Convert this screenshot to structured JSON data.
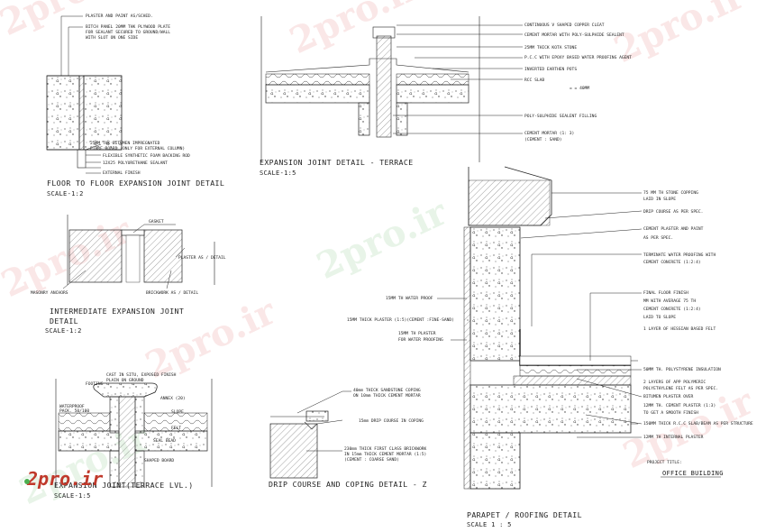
{
  "watermark": {
    "text": "2pro.ir",
    "logo_text": "2pro.ir",
    "colors": {
      "red": "#c0392b",
      "green": "#4caf50"
    }
  },
  "floor_joint": {
    "title": "FLOOR TO FLOOR  EXPANSION JOINT DETAIL",
    "scale": "SCALE-1:2",
    "labels": [
      "PLASTER AND PAINT AS/SCHED.",
      "BITCH PANEL 20MM THK PLYWOOD PLATE",
      "FOR SEALANT SECURED TO GROUND/WALL",
      "WITH SLOT ON ONE SIDE",
      "25MM THK BITUMEN IMPREGNATED",
      "FIBRE BOARD (ONLY FOR EXTERNAL COLUMN)",
      "FLEXIBLE SYNTHETIC FOAM BACKING ROD",
      "12X25 POLYURETHANE SEALANT",
      "EXTERNAL FINISH"
    ]
  },
  "terrace_joint": {
    "title": "EXPANSION JOINT DETAIL - TERRACE",
    "scale": "SCALE-1:5",
    "labels": [
      "CONTINUOUS V SHAPED COPPER CLEAT",
      "CEMENT MORTAR WITH POLY-SULPHIDE SEALENT",
      "25MM THICK KOTA STONE",
      "P.C.C WITH EPOXY BASED WATER PROOFING AGENT",
      "INVERTED EARTHEN POTS",
      "RCC SLAB",
      "= = 40MM",
      "POLY-SULPHIDE SEALENT FILLING",
      "CEMENT MORTAR (1: 3)",
      "(CEMENT : SAND)"
    ]
  },
  "intermediate_joint": {
    "title": "INTERMEDIATE  EXPANSION JOINT",
    "title2": "DETAIL",
    "scale": "SCALE-1:2",
    "labels": [
      "GASKET",
      "PLASTER AS / DETAIL",
      "MASONRY ANCHORS",
      "BRICKWORK AS / DETAIL"
    ]
  },
  "terrace_lvl_joint": {
    "title": "EXPANSION JOINT(TERRACE LVL.)",
    "scale": "SCALE-1:5",
    "labels": [
      "CAST IN SITU, EXPOSED FINISH",
      "PLAIN ON GROUND",
      "FOOTING",
      "ANNEX (20)",
      "SLOPE",
      "WATERPROOF",
      "PACK. 50/100",
      "FELT",
      "SEAL BEAD",
      "SHAPED BOARD"
    ]
  },
  "drip_course": {
    "title": "DRIP COURSE AND COPING DETAIL - Z",
    "labels": [
      "40mm THICK SANDSTONE COPING",
      "ON 10mm THICK CEMENT MORTAR",
      "15mm  DRIP COURSE IN COPING",
      "230mm THICK FIRST CLASS BRICKWORK",
      "IN 15mm THICK CEMENT MORTAR (1:5)",
      "(CEMENT : COARSE SAND)"
    ]
  },
  "parapet": {
    "title": "PARAPET / ROOFING DETAIL",
    "scale": "SCALE 1 : 5",
    "project_title_label": "PROJECT TITLE:",
    "project_title": "OFFICE BUILDING",
    "right_labels": [
      "75 MM TH STONE COPPING",
      "LAID IN SLOPE",
      "DRIP COURSE AS PER SPEC.",
      "CEMENT PLASTER AND PAINT",
      "AS PER SPEC.",
      "TERMINATE WATER PROOFING WITH",
      "CEMENT CONCRETE (1:2:4)",
      "FINAL FLOOR FINISH",
      "MM WITH AVERAGE 75 TH",
      "CEMENT CONCRETE (1:2:4)",
      "LAID TO SLOPE",
      "1 LAYER OF HESSIAN BASED FELT",
      "50MM TH. POLYSTYRENE INSULATION",
      "2 LAYERS OF APP POLYMERIC",
      "POLYETHYLENE FELT AS PER SPEC.",
      "BITUMEN PLASTER OVER",
      "12MM TH. CEMENT PLASTER (1:3)",
      "TO GET A SMOOTH FINISH",
      "150MM THICK R.C.C SLAB/BEAM AS PER STRUCTURE",
      "12MM TH INTERNAL PLASTER"
    ],
    "left_labels": [
      "15MM TH WATER PROOF",
      "15MM THICK PLASTER (1:5)(CEMENT :FINE-SAND)",
      "15MM TH PLASTER",
      "FOR WATER PROOFING"
    ]
  }
}
